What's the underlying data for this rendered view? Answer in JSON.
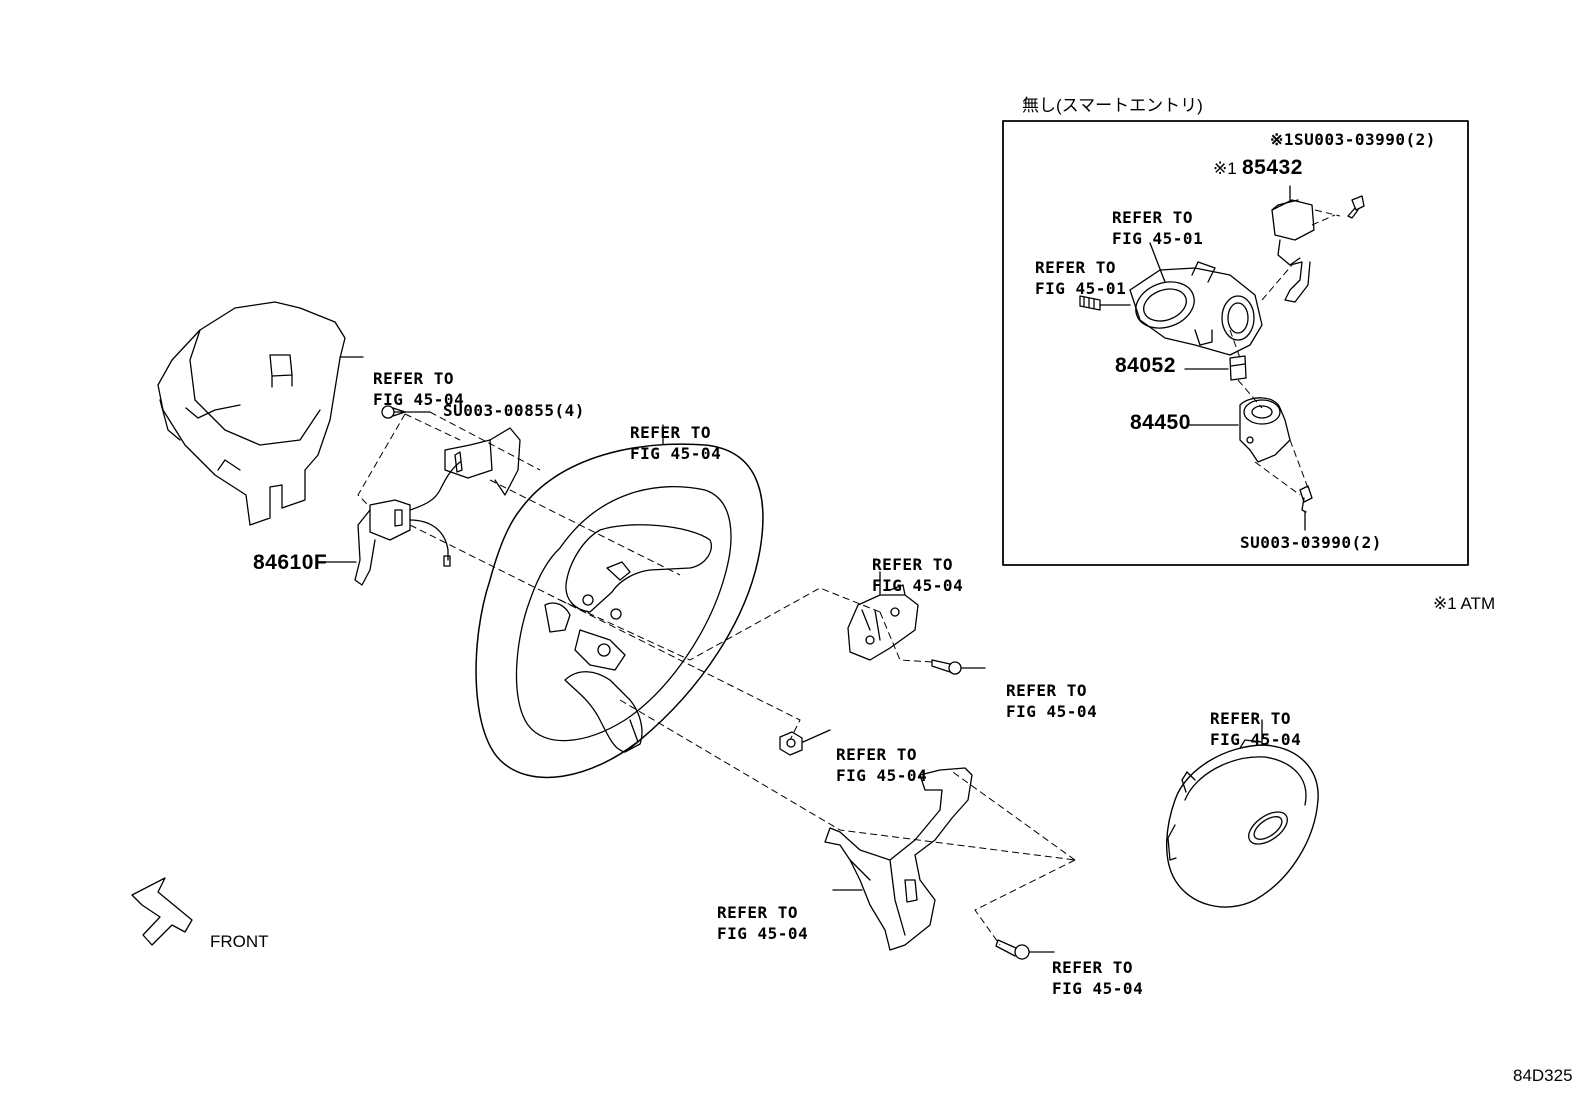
{
  "inset": {
    "title": "無し(スマートエントリ)",
    "callout_screw_top": "※1SU003-03990(2)",
    "callout_85432_mark": "※1",
    "callout_85432": "85432",
    "refer_a": [
      "REFER TO",
      "FIG 45-01"
    ],
    "refer_b": [
      "REFER TO",
      "FIG 45-01"
    ],
    "callout_84052": "84052",
    "callout_84450": "84450",
    "callout_screw_bottom": "SU003-03990(2)"
  },
  "note_atm": "※1 ATM",
  "callouts": {
    "cover_refer": [
      "REFER TO",
      "FIG 45-04"
    ],
    "screw_su003_00855": "SU003-00855(4)",
    "wheel_refer": [
      "REFER TO",
      "FIG 45-04"
    ],
    "paddle_84610f": "84610F",
    "switch_refer": [
      "REFER TO",
      "FIG 45-04"
    ],
    "switch_screw_refer": [
      "REFER TO",
      "FIG 45-04"
    ],
    "nut_refer": [
      "REFER TO",
      "FIG 45-04"
    ],
    "airbag_refer": [
      "REFER TO",
      "FIG 45-04"
    ],
    "lower_cover_refer": [
      "REFER TO",
      "FIG 45-04"
    ],
    "lower_screw_refer": [
      "REFER TO",
      "FIG 45-04"
    ]
  },
  "front_label": "FRONT",
  "figure_id": "84D325",
  "icons": [
    "front-arrow-icon"
  ]
}
